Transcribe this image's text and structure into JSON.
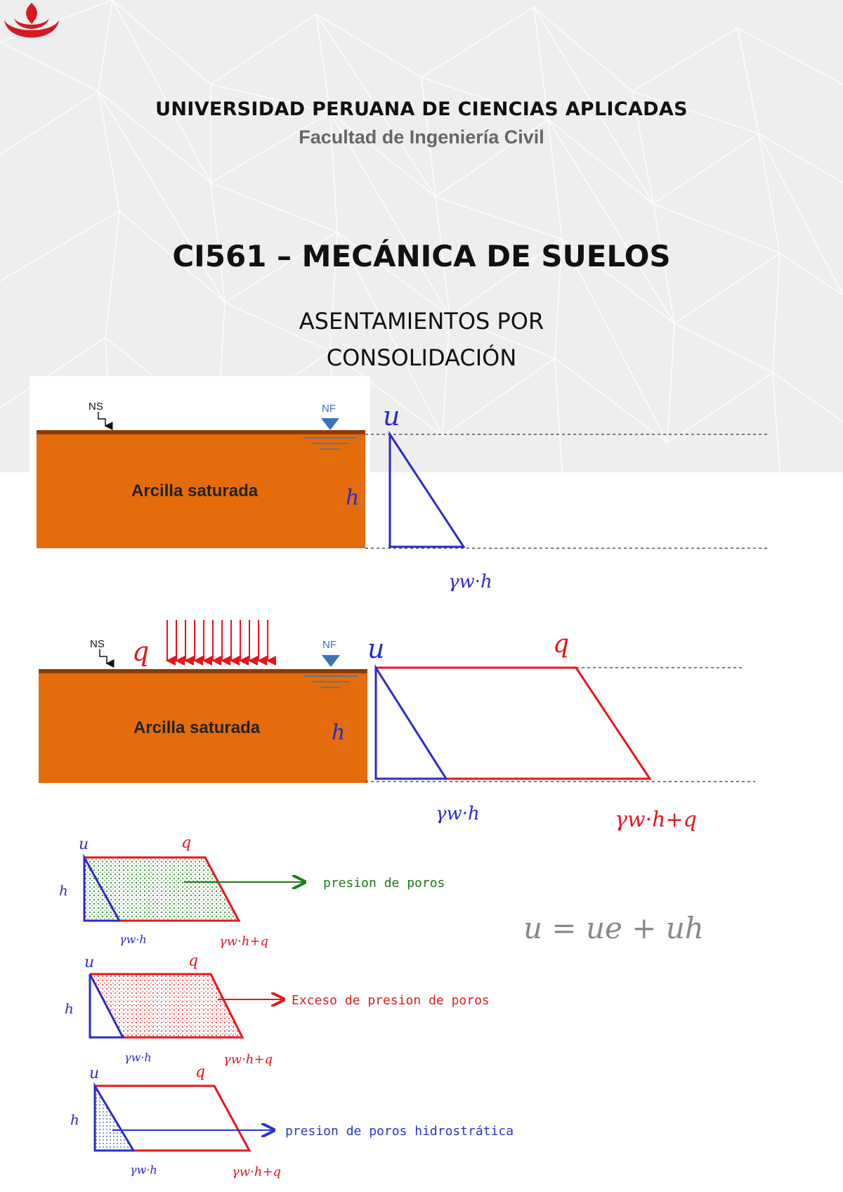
{
  "header": {
    "university": "UNIVERSIDAD PERUANA DE CIENCIAS APLICADAS",
    "faculty": "Facultad de Ingeniería Civil",
    "course": "CI561 – MECÁNICA DE SUELOS",
    "subtitle_line1": "ASENTAMIENTOS POR",
    "subtitle_line2": "CONSOLIDACIÓN"
  },
  "diagram1": {
    "ns_label": "NS",
    "nf_label": "NF",
    "soil_label": "Arcilla saturada",
    "u_label": "u",
    "h_label": "h",
    "base_label": "γw·h"
  },
  "diagram2": {
    "ns_label": "NS",
    "nf_label": "NF",
    "load_label": "q",
    "soil_label": "Arcilla saturada",
    "u_label": "u",
    "h_label": "h",
    "q_label": "q",
    "base_label": "γw·h",
    "base_total_label": "γw·h+q"
  },
  "equation": "u = ue + uh",
  "small_diagrams": [
    {
      "u": "u",
      "h": "h",
      "q": "q",
      "base": "γw·h",
      "total": "γw·h+q",
      "arrow_label": "presion de poros",
      "color": "#1a7a1a"
    },
    {
      "u": "u",
      "h": "h",
      "q": "q",
      "base": "γw·h",
      "total": "γw·h+q",
      "arrow_label": "Exceso de presion de poros",
      "color": "#e21b1b"
    },
    {
      "u": "u",
      "h": "h",
      "q": "q",
      "base": "γw·h",
      "total": "γw·h+q",
      "arrow_label": "presion de poros hidrostrática",
      "color": "#2a35c8"
    }
  ],
  "colors": {
    "soil": "#e46c0a",
    "soil_top": "#8a3a0a",
    "blue": "#2b2bc8",
    "red": "#e8141c",
    "green": "#1a7a1a",
    "water": "#3a73b8"
  }
}
